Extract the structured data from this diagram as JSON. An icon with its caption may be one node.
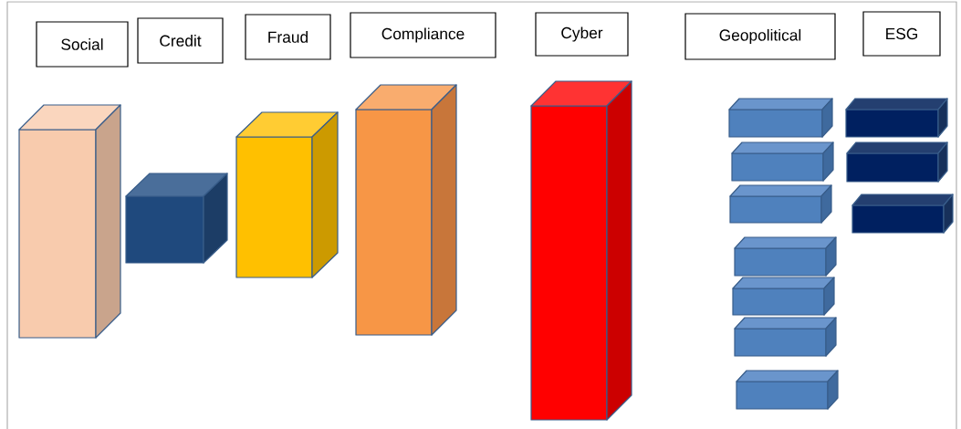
{
  "diagram": {
    "nodes": [
      {
        "text": [
          "Social"
        ]
      },
      {
        "text": [
          "Credit"
        ]
      },
      {
        "text": [
          "Fraud"
        ]
      },
      {
        "text": [
          "Compliance"
        ]
      },
      {
        "text": [
          "Cyber"
        ]
      },
      {
        "text": [
          "Geopolitical"
        ]
      },
      {
        "text": [
          "ESG"
        ]
      }
    ]
  }
}
